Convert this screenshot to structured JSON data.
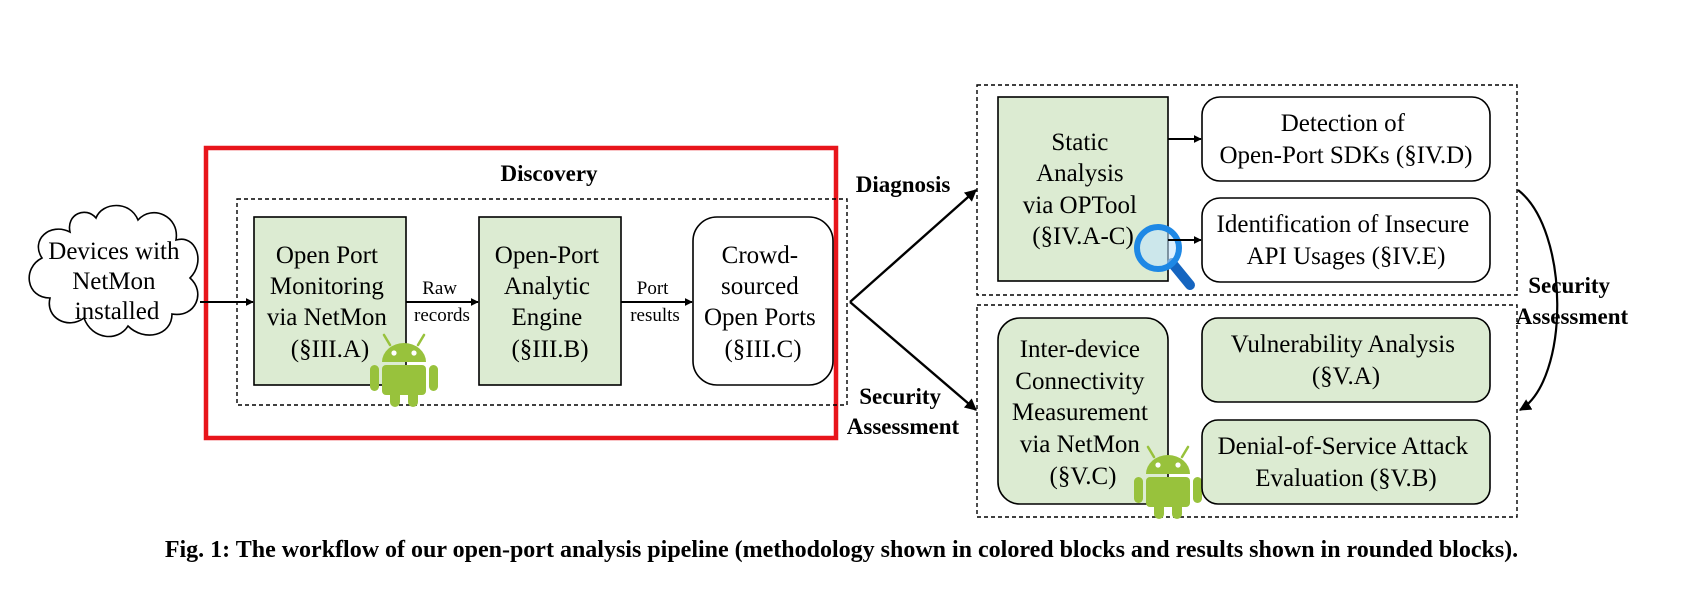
{
  "colors": {
    "block_fill": "#dcebd2",
    "discovery_highlight": "#e8151b",
    "android_green": "#98c23c",
    "magnifier_blue": "#1e88e5",
    "line": "#000000"
  },
  "icons": [
    "cloud-icon",
    "android-icon",
    "magnifier-icon"
  ],
  "devices": [
    "Devices with",
    "NetMon",
    "installed"
  ],
  "discovery": {
    "title": "Discovery",
    "monitoring": [
      "Open Port",
      "Monitoring",
      "via NetMon",
      "(§III.A)"
    ],
    "engine": [
      "Open-Port",
      "Analytic",
      "Engine",
      "(§III.B)"
    ],
    "crowd": [
      "Crowd-",
      "sourced",
      "Open Ports",
      "(§III.C)"
    ],
    "edge_raw": [
      "Raw",
      "records"
    ],
    "edge_port": [
      "Port",
      "results"
    ]
  },
  "diagnosis": {
    "label": "Diagnosis",
    "static": [
      "Static",
      "Analysis",
      "via OPTool",
      "(§IV.A-C)"
    ],
    "sdk": [
      "Detection of",
      "Open-Port SDKs (§IV.D)"
    ],
    "api": [
      "Identification of Insecure",
      "API Usages (§IV.E)"
    ]
  },
  "security": {
    "label": [
      "Security",
      "Assessment"
    ],
    "feedback_label": [
      "Security",
      "Assessment"
    ],
    "interdevice": [
      "Inter-device",
      "Connectivity",
      "Measurement",
      "via NetMon",
      "(§V.C)"
    ],
    "vuln": [
      "Vulnerability Analysis",
      "(§V.A)"
    ],
    "dos": [
      "Denial-of-Service Attack",
      "Evaluation (§V.B)"
    ]
  },
  "caption": "Fig. 1: The workflow of our open-port analysis pipeline (methodology shown in colored blocks and results shown in rounded blocks)."
}
